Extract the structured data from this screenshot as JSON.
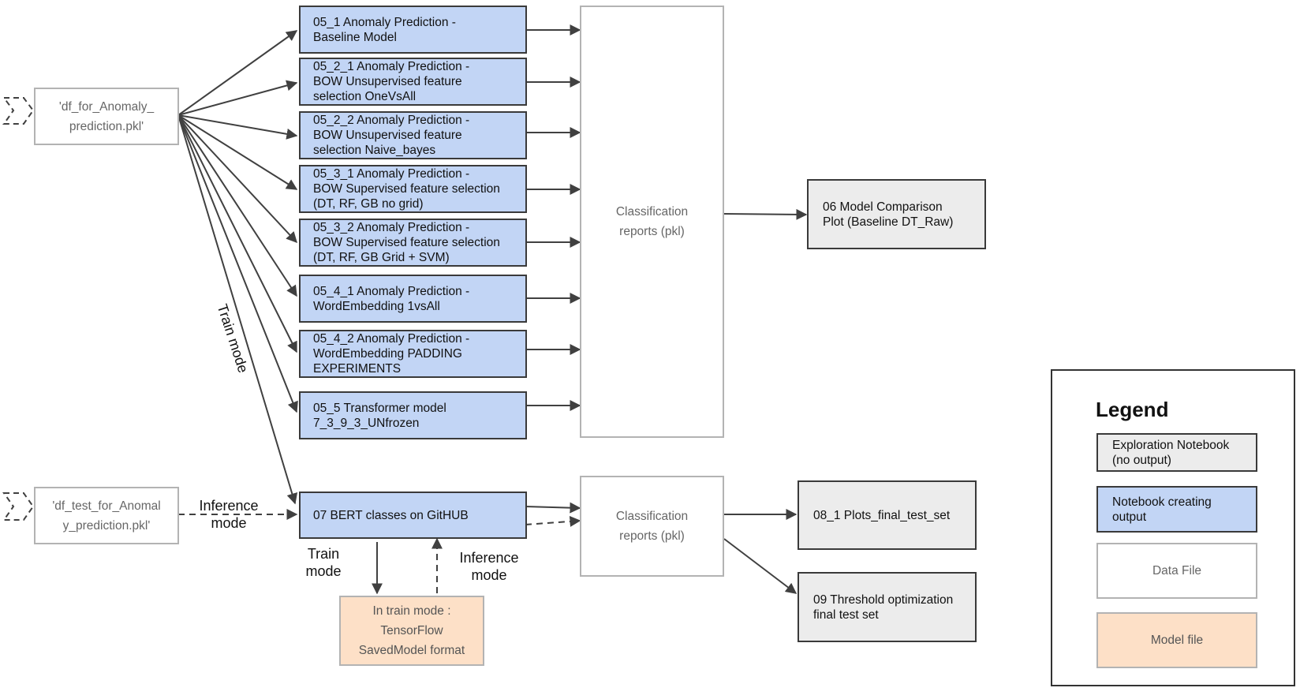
{
  "data_files": {
    "train_df": "'df_for_Anomaly_\nprediction.pkl'",
    "test_df": "'df_test_for_Anomal\ny_prediction.pkl'"
  },
  "notebooks": {
    "nb_05_1": "05_1 Anomaly Prediction -\nBaseline Model",
    "nb_05_2_1": "05_2_1 Anomaly Prediction -\nBOW Unsupervised feature\nselection OneVsAll",
    "nb_05_2_2": "05_2_2 Anomaly Prediction -\nBOW Unsupervised feature\nselection Naive_bayes",
    "nb_05_3_1": "05_3_1 Anomaly Prediction -\nBOW Supervised feature selection\n(DT, RF, GB no grid)",
    "nb_05_3_2": "05_3_2 Anomaly Prediction -\nBOW Supervised feature selection\n(DT, RF, GB Grid + SVM)",
    "nb_05_4_1": "05_4_1 Anomaly Prediction -\nWordEmbedding 1vsAll",
    "nb_05_4_2": "05_4_2 Anomaly Prediction -\nWordEmbedding PADDING\nEXPERIMENTS",
    "nb_05_5": "05_5 Transformer model\n7_3_9_3_UNfrozen",
    "nb_07": "07 BERT classes on GitHUB",
    "nb_06": "06 Model Comparison\nPlot (Baseline DT_Raw)",
    "nb_08_1": "08_1 Plots_final_test_set",
    "nb_09": "09 Threshold optimization\nfinal test set"
  },
  "reports": {
    "top": "Classification\nreports (pkl)",
    "bottom": "Classification\nreports (pkl)"
  },
  "model_file": "In train mode :\nTensorFlow\nSavedModel format",
  "edge_labels": {
    "train_mode_diagonal": "Train mode",
    "inference_mode_left": "Inference\nmode",
    "train_mode_down": "Train\nmode",
    "inference_mode_up": "Inference\nmode"
  },
  "legend": {
    "title": "Legend",
    "exploration": "Exploration Notebook\n(no output)",
    "notebook_output": "Notebook creating\noutput",
    "data_file": "Data File",
    "model_file": "Model file"
  },
  "colors": {
    "notebook_output": "#c2d5f5",
    "exploration": "#ececec",
    "model_file": "#fde0c7",
    "data_file": "#ffffff"
  }
}
